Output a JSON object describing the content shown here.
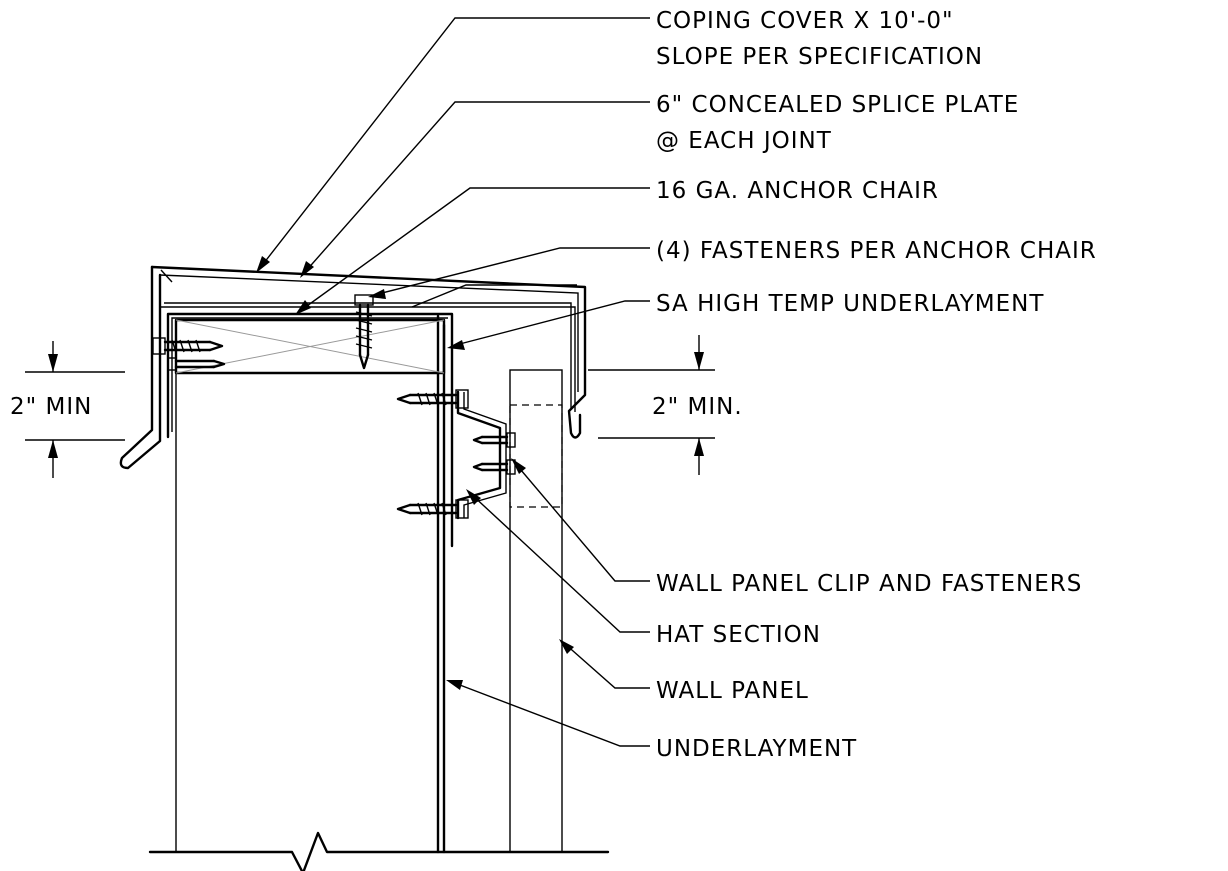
{
  "labels": {
    "coping_line1": "COPING COVER X 10'-0\"",
    "coping_line2": "SLOPE PER SPECIFICATION",
    "splice_line1": "6\" CONCEALED SPLICE PLATE",
    "splice_line2": "@ EACH JOINT",
    "anchor_chair": "16 GA. ANCHOR CHAIR",
    "fasteners": "(4)  FASTENERS PER ANCHOR CHAIR",
    "sa_underlayment": "SA HIGH TEMP UNDERLAYMENT",
    "wall_panel_clip": "WALL PANEL CLIP AND FASTENERS",
    "hat_section": "HAT SECTION",
    "wall_panel": "WALL PANEL",
    "underlayment": "UNDERLAYMENT",
    "dim_left": "2\"  MIN",
    "dim_right": "2\"  MIN."
  },
  "colors": {
    "line": "#000000",
    "background": "#ffffff"
  }
}
